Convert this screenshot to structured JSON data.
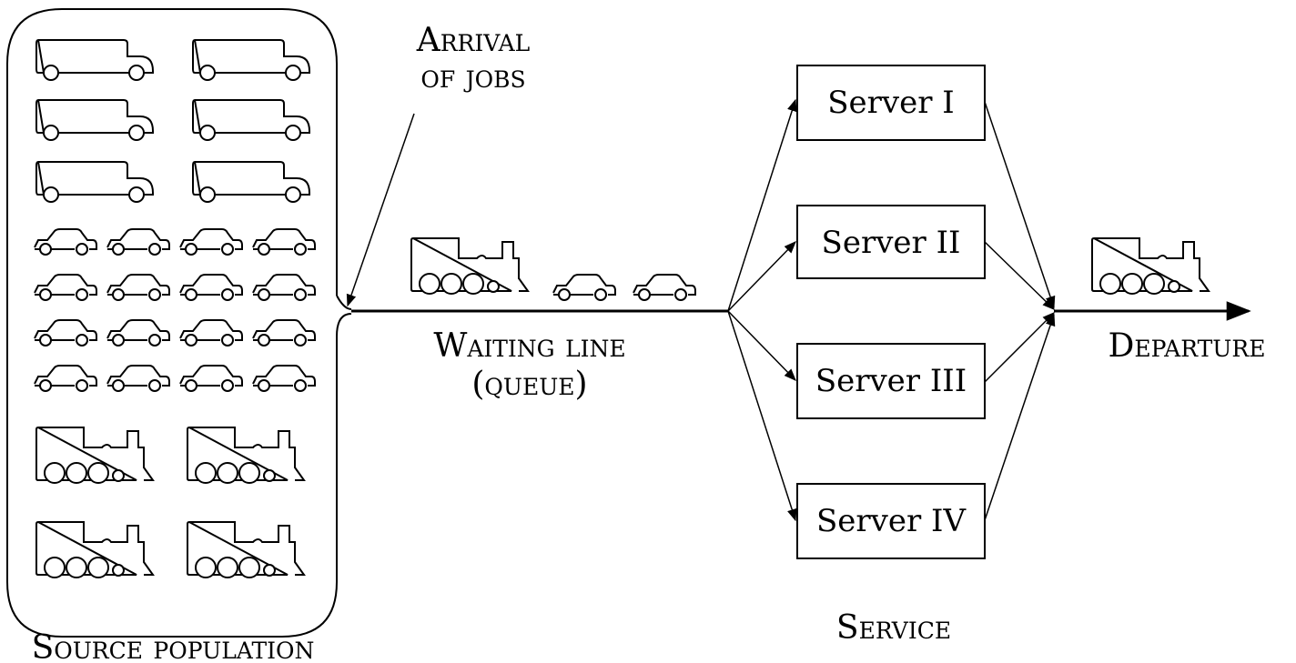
{
  "labels": {
    "arrival_line1": "Arrival",
    "arrival_line2": "of jobs",
    "waiting_line1": "Waiting line",
    "waiting_line2": "(queue)",
    "source": "Source population",
    "service": "Service",
    "departure": "Departure"
  },
  "servers": [
    "Server I",
    "Server II",
    "Server III",
    "Server IV"
  ],
  "source_population": {
    "buses": 6,
    "cars": 16,
    "trains": 4
  },
  "queue_items": [
    "train-icon",
    "car-icon",
    "car-icon"
  ],
  "departing_item": "train-icon"
}
